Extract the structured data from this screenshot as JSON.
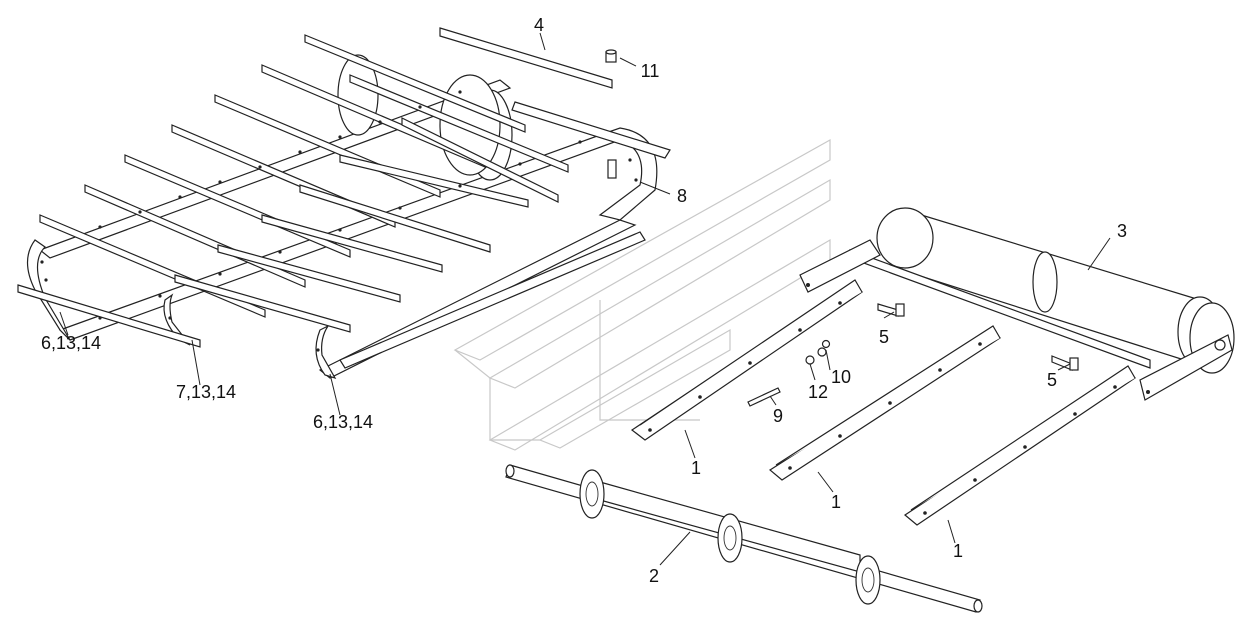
{
  "diagram": {
    "type": "exploded-parts-assembly",
    "callouts": [
      {
        "id": "c-4",
        "text": "4"
      },
      {
        "id": "c-11",
        "text": "11"
      },
      {
        "id": "c-8",
        "text": "8"
      },
      {
        "id": "c-3",
        "text": "3"
      },
      {
        "id": "c-5a",
        "text": "5"
      },
      {
        "id": "c-5b",
        "text": "5"
      },
      {
        "id": "c-10",
        "text": "10"
      },
      {
        "id": "c-12",
        "text": "12"
      },
      {
        "id": "c-9",
        "text": "9"
      },
      {
        "id": "c-1a",
        "text": "1"
      },
      {
        "id": "c-1b",
        "text": "1"
      },
      {
        "id": "c-1c",
        "text": "1"
      },
      {
        "id": "c-2",
        "text": "2"
      },
      {
        "id": "c-6a",
        "text": "6,13,14"
      },
      {
        "id": "c-7",
        "text": "7,13,14"
      },
      {
        "id": "c-6b",
        "text": "6,13,14"
      }
    ]
  }
}
